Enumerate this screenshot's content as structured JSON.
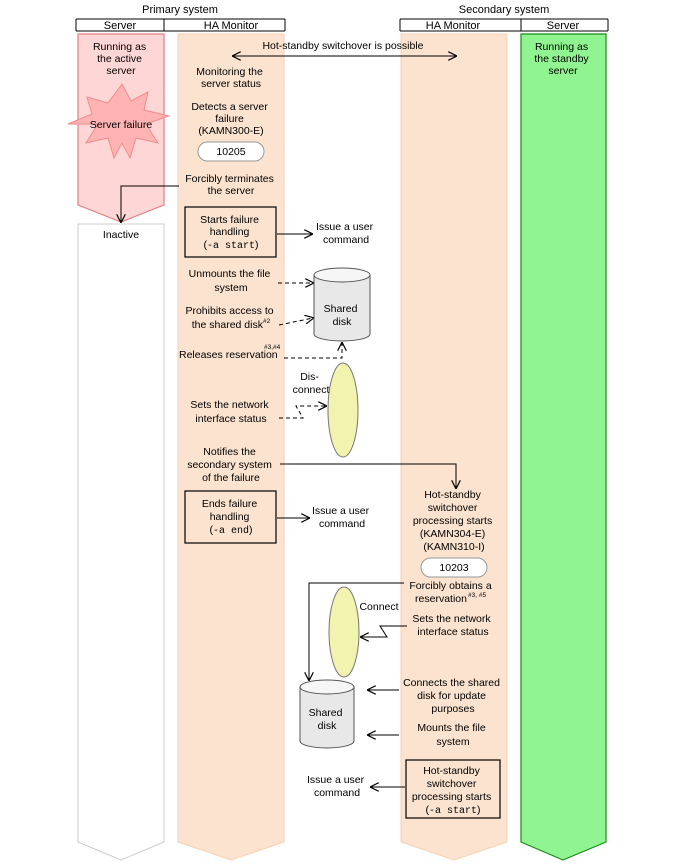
{
  "colors": {
    "server_primary_active": "#ffd6d6",
    "server_primary_active_stroke": "#e08080",
    "server_primary_inactive": "#ffffff",
    "ha_monitor_lane": "#fbe3cf",
    "server_secondary": "#90f590",
    "burst_fill": "#ffb3b3",
    "disk_fill": "#e8e8e8",
    "ellipse_fill": "#f3f3b0"
  },
  "headers": {
    "primary_system": "Primary system",
    "secondary_system": "Secondary system",
    "server_left": "Server",
    "ha_monitor_left": "HA Monitor",
    "ha_monitor_right": "HA Monitor",
    "server_right": "Server"
  },
  "primary_server": {
    "running_line1": "Running as",
    "running_line2": "the active",
    "running_line3": "server",
    "failure": "Server failure",
    "inactive": "Inactive"
  },
  "secondary_server": {
    "running_line1": "Running as",
    "running_line2": "the standby",
    "running_line3": "server"
  },
  "hot_standby_possible": "Hot-standby switchover is possible",
  "primary_ha": {
    "monitoring_line1": "Monitoring the",
    "monitoring_line2": "server status",
    "detects_line1": "Detects a server",
    "detects_line2": "failure",
    "detects_line3": "(KAMN300-E)",
    "code1": "10205",
    "terminate_line1": "Forcibly terminates",
    "terminate_line2": "the server",
    "start_line1": "Starts failure",
    "start_line2": "handling",
    "start_open": "(",
    "start_cmd": "-a start",
    "start_close": ")",
    "unmount_line1": "Unmounts the file",
    "unmount_line2": "system",
    "prohibit_line1": "Prohibits access to",
    "prohibit_line2": "the shared disk",
    "prohibit_sup": "#2",
    "release": "Releases reservation",
    "release_sup": "#3,#4",
    "disconnect_line1": "Dis-",
    "disconnect_line2": "connect",
    "netif_line1": "Sets the network",
    "netif_line2": "interface status",
    "notify_line1": "Notifies the",
    "notify_line2": "secondary system",
    "notify_line3": "of the failure",
    "end_line1": "Ends failure",
    "end_line2": "handling",
    "end_open": "(",
    "end_cmd": "-a end",
    "end_close": ")",
    "user_cmd1_line1": "Issue a user",
    "user_cmd1_line2": "command",
    "user_cmd2_line1": "Issue a user",
    "user_cmd2_line2": "command"
  },
  "shared_disk_top_line1": "Shared",
  "shared_disk_top_line2": "disk",
  "shared_disk_bottom_line1": "Shared",
  "shared_disk_bottom_line2": "disk",
  "secondary_ha": {
    "switch_line1": "Hot-standby",
    "switch_line2": "switchover",
    "switch_line3": "processing starts",
    "switch_line4": "(KAMN304-E)",
    "switch_line5": "(KAMN310-I)",
    "code2": "10203",
    "obtain_line1": "Forcibly obtains a",
    "obtain_line2": "reservation",
    "obtain_sup": "#3, #5",
    "connect": "Connect",
    "netif_line1": "Sets the network",
    "netif_line2": "interface status",
    "connectdisk_line1": "Connects the shared",
    "connectdisk_line2": "disk for update",
    "connectdisk_line3": "purposes",
    "mount_line1": "Mounts the file",
    "mount_line2": "system",
    "final_line1": "Hot-standby",
    "final_line2": "switchover",
    "final_line3": "processing starts",
    "final_open": "(",
    "final_cmd": "-a start",
    "final_close": ")",
    "user_cmd3_line1": "Issue a user",
    "user_cmd3_line2": "command"
  }
}
